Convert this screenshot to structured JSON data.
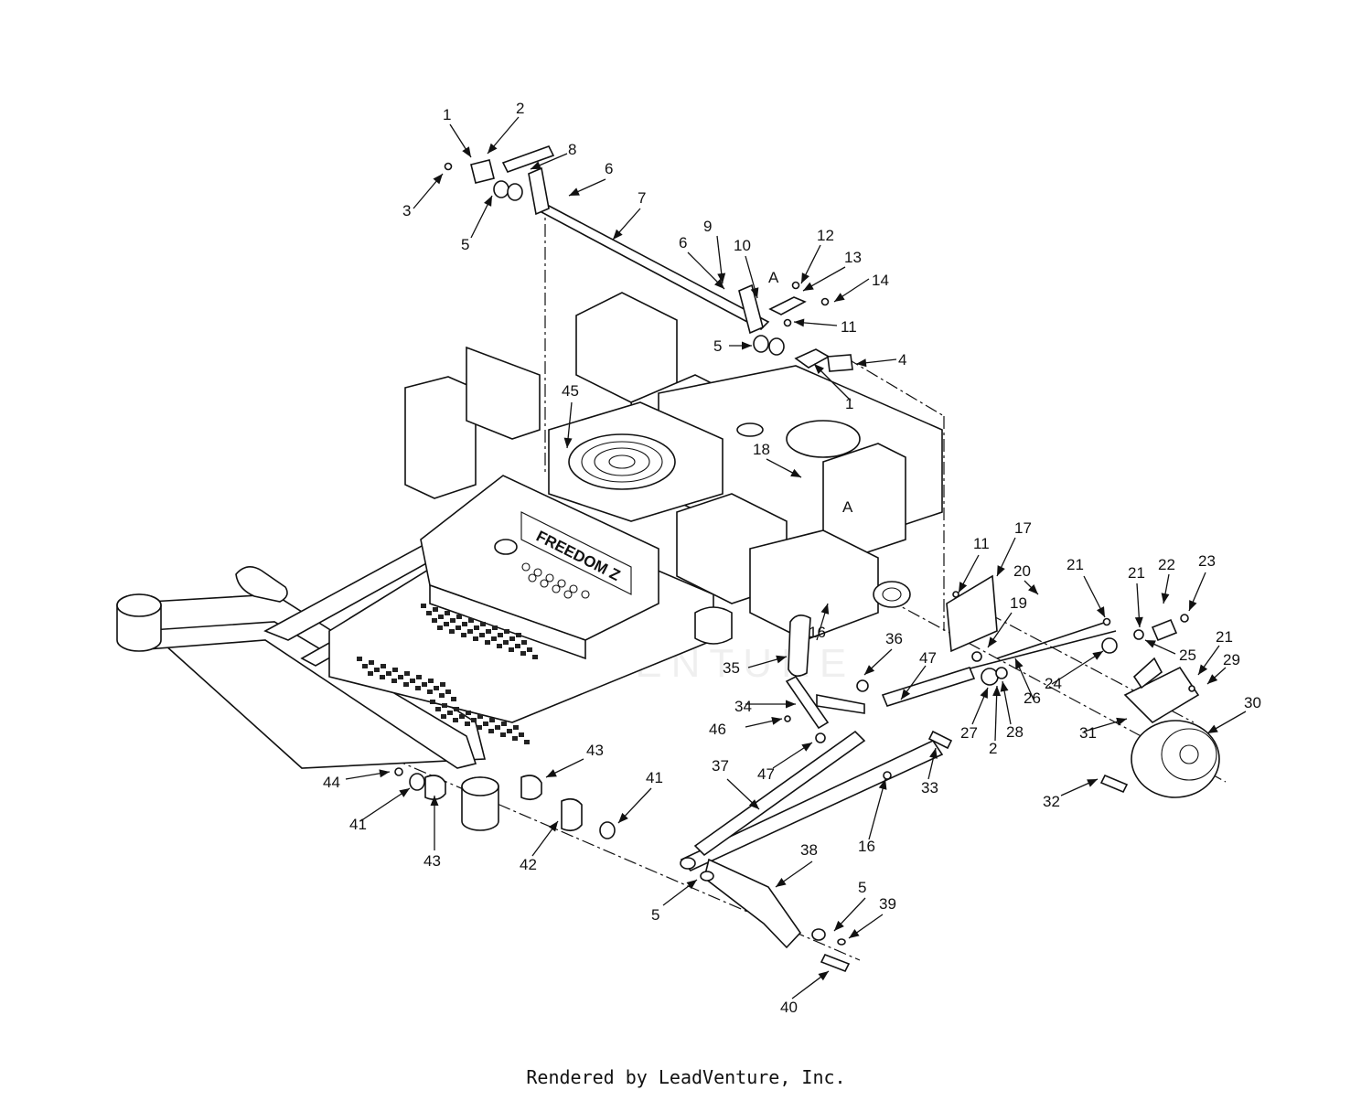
{
  "footer": {
    "text": "Rendered by LeadVenture, Inc."
  },
  "watermark": "LEADVENTURE",
  "logo": {
    "brand_text": "FREEDOM Z"
  },
  "reference_letters": [
    "A",
    "A"
  ],
  "callouts": [
    "1",
    "2",
    "3",
    "5",
    "8",
    "6",
    "7",
    "6",
    "9",
    "10",
    "12",
    "13",
    "14",
    "A",
    "11",
    "5",
    "4",
    "1",
    "45",
    "18",
    "A",
    "11",
    "17",
    "20",
    "21",
    "21",
    "22",
    "23",
    "19",
    "25",
    "16",
    "36",
    "47",
    "35",
    "24",
    "26",
    "21",
    "29",
    "30",
    "34",
    "27",
    "28",
    "46",
    "2",
    "31",
    "33",
    "47",
    "37",
    "16",
    "32",
    "44",
    "43",
    "41",
    "41",
    "43",
    "42",
    "38",
    "5",
    "5",
    "39",
    "40"
  ],
  "colors": {
    "line": "#111111",
    "background": "#ffffff"
  }
}
